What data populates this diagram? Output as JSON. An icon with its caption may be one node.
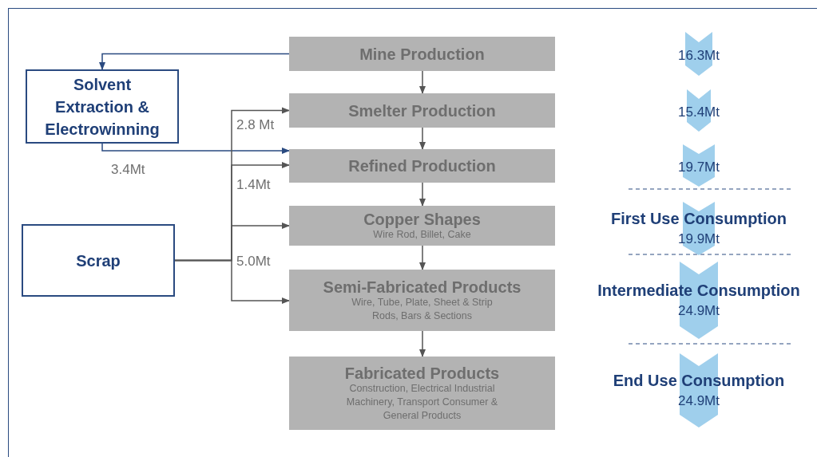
{
  "diagram": {
    "nodes": [
      {
        "text": [
          "Mine Production"
        ]
      },
      {
        "text": [
          "Solvent Extraction & Electrowinning"
        ]
      },
      {
        "text": [
          "Smelter Production"
        ]
      },
      {
        "text": [
          "Refined Production"
        ]
      },
      {
        "text": [
          "Scrap"
        ]
      },
      {
        "text": [
          "Copper Shapes",
          "Wire Rod, Billet, Cake"
        ]
      },
      {
        "text": [
          "Semi-Fabricated Products",
          "Wire, Tube, Plate, Sheet & Strip Rods, Bars & Sections"
        ]
      },
      {
        "text": [
          "Fabricated Products",
          "Construction, Electrical Industrial Machinery, Transport Consumer & General Products"
        ]
      },
      {
        "text": [
          "16.3Mt"
        ]
      },
      {
        "text": [
          "15.4Mt"
        ]
      },
      {
        "text": [
          "19.7Mt"
        ]
      },
      {
        "text": [
          "First Use Consumption",
          "19.9Mt"
        ]
      },
      {
        "text": [
          "Intermediate Consumption",
          "24.9Mt"
        ]
      },
      {
        "text": [
          "End Use Consumption",
          "24.9Mt"
        ]
      }
    ],
    "edges": [
      {
        "from": 0,
        "to": 1,
        "arrow": "to",
        "color": "#2a4a80"
      },
      {
        "from": 0,
        "to": 2,
        "arrow": "to"
      },
      {
        "from": 2,
        "to": 3,
        "arrow": "to"
      },
      {
        "from": 1,
        "to": 3,
        "arrow": "to",
        "label": "3.4Mt",
        "color": "#2a4a80"
      },
      {
        "from": 4,
        "to": 2,
        "arrow": "to",
        "label": "2.8 Mt"
      },
      {
        "from": 4,
        "to": 3,
        "arrow": "to",
        "label": "1.4Mt"
      },
      {
        "from": 4,
        "to": 5,
        "arrow": "to"
      },
      {
        "from": 4,
        "to": 6,
        "arrow": "to"
      },
      {
        "from": 3,
        "to": 5,
        "arrow": "to"
      },
      {
        "from": 5,
        "to": 6,
        "arrow": "to"
      },
      {
        "from": 6,
        "to": 7,
        "arrow": "to"
      }
    ],
    "labels": [
      "5.0Mt"
    ]
  }
}
